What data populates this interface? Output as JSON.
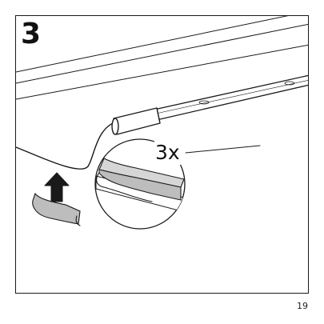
{
  "step": {
    "number": "3"
  },
  "callout": {
    "quantity": "3x"
  },
  "footer": {
    "page_number": "19"
  },
  "icons": {
    "arrow": "up-arrow-icon",
    "clip": "cable-clip-icon"
  },
  "colors": {
    "line": "#1a1a1a",
    "light_gray": "#d9d9d9",
    "mid_gray": "#b3b3b3"
  }
}
